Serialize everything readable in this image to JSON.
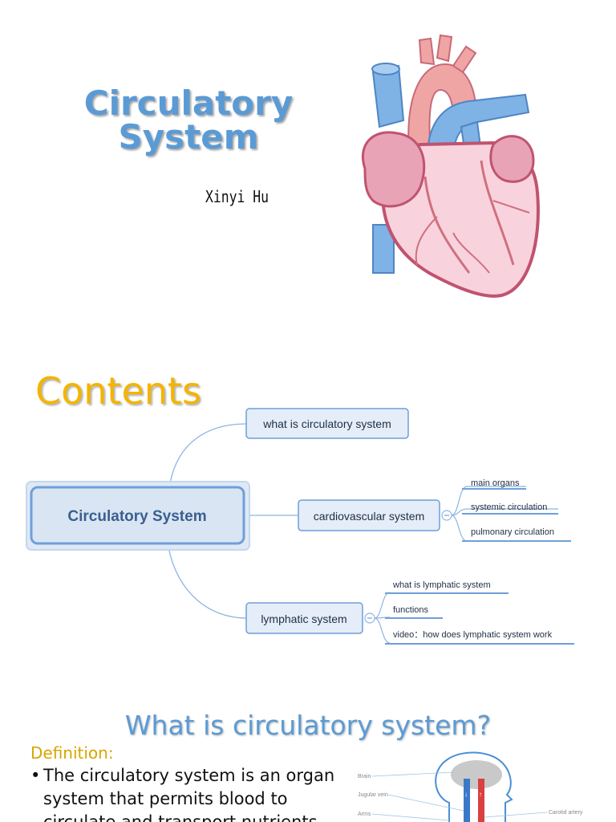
{
  "slide1": {
    "title_line1": "Circulatory",
    "title_line2": "System",
    "author": "Xinyi Hu"
  },
  "slide2": {
    "title": "Contents",
    "mindmap": {
      "root": "Circulatory System",
      "branches": [
        {
          "label": "what is circulatory system",
          "children": []
        },
        {
          "label": "cardiovascular system",
          "children": [
            "main organs",
            "systemic circulation",
            "pulmonary circulation"
          ]
        },
        {
          "label": "lymphatic system",
          "children": [
            "what is lymphatic system",
            "functions",
            "video：how does lymphatic system work"
          ]
        }
      ]
    }
  },
  "slide3": {
    "title": "What is circulatory system?",
    "definition_label": "Definition:",
    "bullet": "•",
    "definition_text": "The circulatory system is an organ system that permits blood to circulate and transport nutrients",
    "diagram_labels": {
      "brain": "Brain",
      "jugular_vein": "Jugular vein",
      "arms": "Arms",
      "carotid_artery": "Carotid artery"
    }
  },
  "colors": {
    "title_blue": "#5b9bd5",
    "contents_gold": "#f4b400",
    "node_fill": "#d9e5f3",
    "node_border": "#6f9fd8",
    "vein_blue": "#7fb2e5",
    "artery_red": "#e8787b"
  }
}
